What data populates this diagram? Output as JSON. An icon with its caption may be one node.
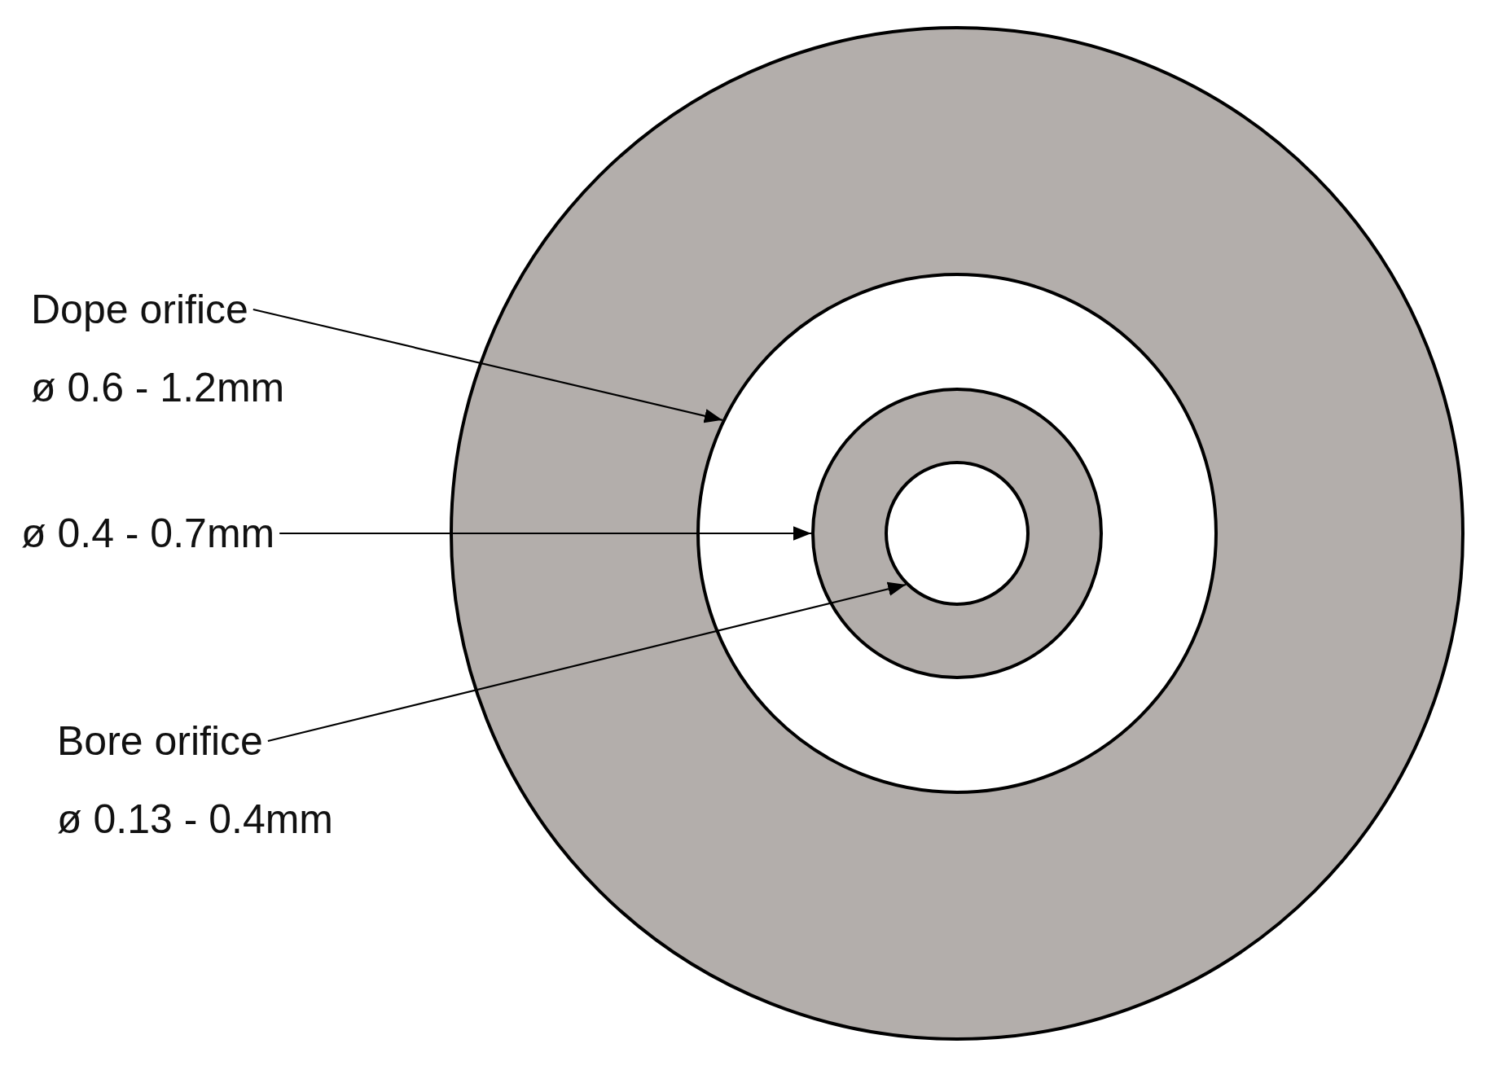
{
  "diagram": {
    "nodes": [
      {
        "text": [
          "Dope orifice",
          "ø 0.6 - 1.2mm"
        ]
      },
      {
        "text": [
          "ø 0.4 - 0.7mm"
        ]
      },
      {
        "text": [
          "Bore orifice",
          "ø 0.13 - 0.4mm"
        ]
      },
      {
        "text": [],
        "shape": "circle"
      },
      {
        "text": [],
        "shape": "circle",
        "in": 3
      },
      {
        "text": [],
        "shape": "circle",
        "in": 4
      },
      {
        "text": [],
        "shape": "circle",
        "in": 5
      }
    ],
    "edges": [
      {
        "from": 0,
        "to": 4,
        "arrow": "to"
      },
      {
        "from": 1,
        "to": 5,
        "arrow": "to"
      },
      {
        "from": 2,
        "to": 6,
        "arrow": "to"
      }
    ]
  }
}
